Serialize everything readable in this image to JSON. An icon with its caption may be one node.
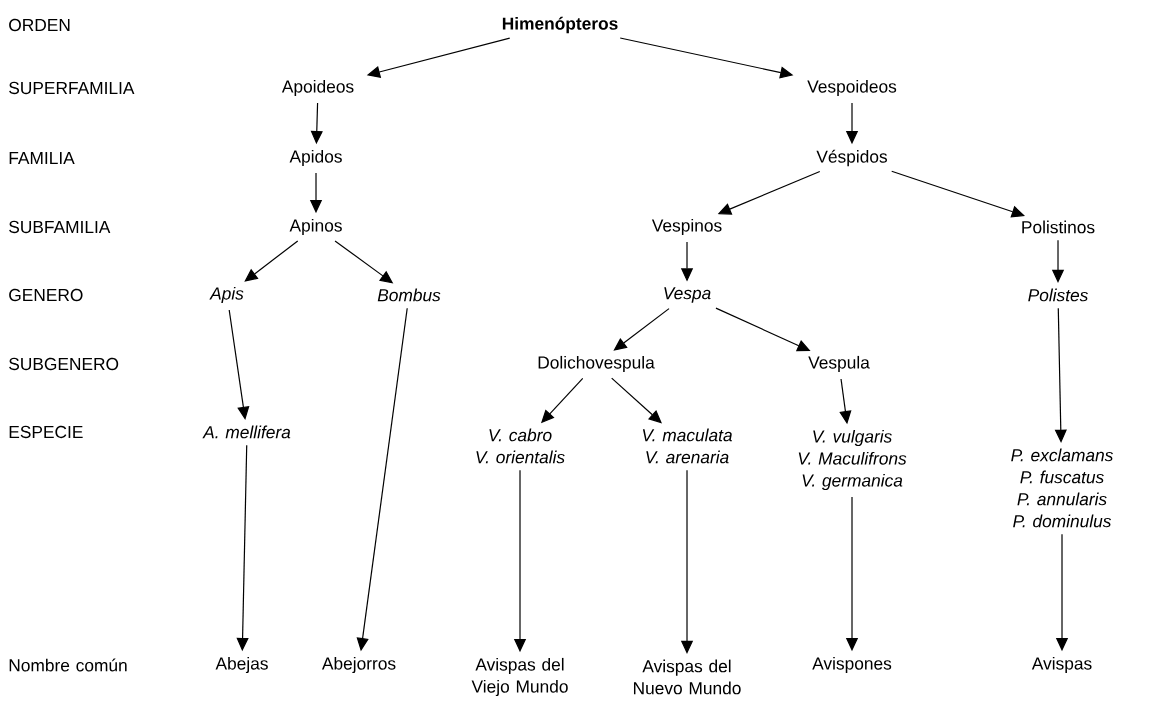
{
  "diagram": {
    "nodes": [
      {
        "text": [
          "Himenópteros"
        ]
      },
      {
        "text": [
          "Apoideos"
        ]
      },
      {
        "text": [
          "Vespoideos"
        ]
      },
      {
        "text": [
          "Apidos"
        ]
      },
      {
        "text": [
          "Véspidos"
        ]
      },
      {
        "text": [
          "Apinos"
        ]
      },
      {
        "text": [
          "Vespinos"
        ]
      },
      {
        "text": [
          "Polistinos"
        ]
      },
      {
        "text": [
          "Apis"
        ]
      },
      {
        "text": [
          "Bombus"
        ]
      },
      {
        "text": [
          "Vespa"
        ]
      },
      {
        "text": [
          "Polistes"
        ]
      },
      {
        "text": [
          "Dolichovespula"
        ]
      },
      {
        "text": [
          "Vespula"
        ]
      },
      {
        "text": [
          "A. mellifera"
        ]
      },
      {
        "text": [
          "V. cabro",
          "V. orientalis"
        ]
      },
      {
        "text": [
          "V. maculata",
          "V. arenaria"
        ]
      },
      {
        "text": [
          "V. vulgaris",
          "V. Maculifrons",
          "V. germanica"
        ]
      },
      {
        "text": [
          "P. exclamans",
          "P. fuscatus",
          "P. annularis",
          "P. dominulus"
        ]
      },
      {
        "text": [
          "Abejas"
        ]
      },
      {
        "text": [
          "Abejorros"
        ]
      },
      {
        "text": [
          "Avispas del Viejo Mundo"
        ]
      },
      {
        "text": [
          "Avispas del Nuevo Mundo"
        ]
      },
      {
        "text": [
          "Avispones"
        ]
      },
      {
        "text": [
          "Avispas"
        ]
      }
    ],
    "edges": [
      {
        "from": 0,
        "to": 1,
        "arrow": "to"
      },
      {
        "from": 0,
        "to": 2,
        "arrow": "to"
      },
      {
        "from": 1,
        "to": 3,
        "arrow": "to"
      },
      {
        "from": 2,
        "to": 4,
        "arrow": "to"
      },
      {
        "from": 3,
        "to": 5,
        "arrow": "to"
      },
      {
        "from": 4,
        "to": 6,
        "arrow": "to"
      },
      {
        "from": 4,
        "to": 7,
        "arrow": "to"
      },
      {
        "from": 5,
        "to": 8,
        "arrow": "to"
      },
      {
        "from": 5,
        "to": 9,
        "arrow": "to"
      },
      {
        "from": 6,
        "to": 10,
        "arrow": "to"
      },
      {
        "from": 7,
        "to": 11,
        "arrow": "to"
      },
      {
        "from": 10,
        "to": 12,
        "arrow": "to"
      },
      {
        "from": 10,
        "to": 13,
        "arrow": "to"
      },
      {
        "from": 8,
        "to": 14,
        "arrow": "to"
      },
      {
        "from": 12,
        "to": 15,
        "arrow": "to"
      },
      {
        "from": 12,
        "to": 16,
        "arrow": "to"
      },
      {
        "from": 13,
        "to": 17,
        "arrow": "to"
      },
      {
        "from": 11,
        "to": 18,
        "arrow": "to"
      },
      {
        "from": 14,
        "to": 19,
        "arrow": "to"
      },
      {
        "from": 9,
        "to": 20,
        "arrow": "to"
      },
      {
        "from": 15,
        "to": 21,
        "arrow": "to"
      },
      {
        "from": 16,
        "to": 22,
        "arrow": "to"
      },
      {
        "from": 17,
        "to": 23,
        "arrow": "to"
      },
      {
        "from": 18,
        "to": 24,
        "arrow": "to"
      }
    ],
    "labels": [
      "ORDEN",
      "SUPERFAMILIA",
      "FAMILIA",
      "SUBFAMILIA",
      "GENERO",
      "SUBGENERO",
      "ESPECIE",
      "Nombre común"
    ]
  }
}
